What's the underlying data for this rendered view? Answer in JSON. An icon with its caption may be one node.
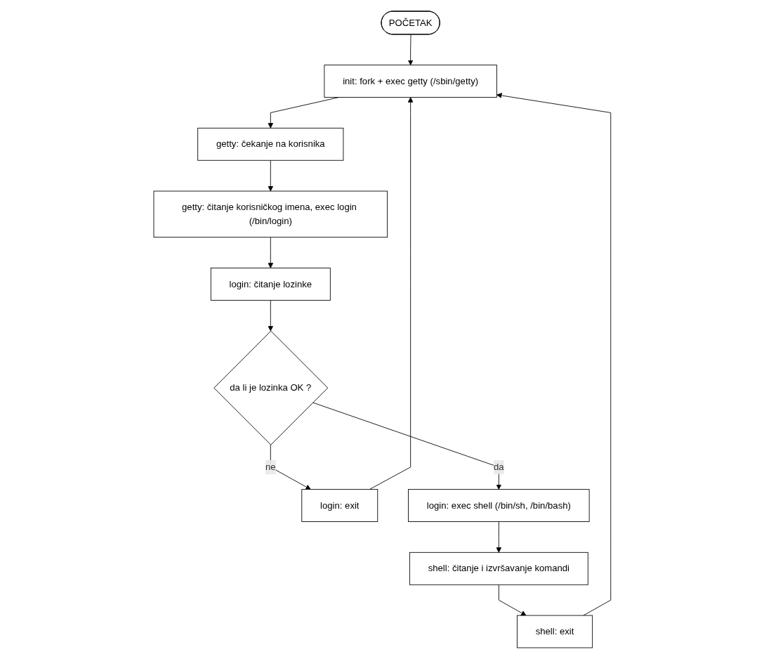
{
  "diagram": {
    "nodes": [
      {
        "text": [
          "POČETAK"
        ]
      },
      {
        "text": [
          "init: fork + exec getty (/sbin/getty)"
        ]
      },
      {
        "text": [
          "getty: čekanje na korisnika"
        ]
      },
      {
        "text": [
          "getty: čitanje korisničkog imena, exec login (/bin/login)"
        ]
      },
      {
        "text": [
          "login: čitanje lozinke"
        ]
      },
      {
        "text": [
          "da li je lozinka OK ?"
        ]
      },
      {
        "text": [
          "login: exit"
        ]
      },
      {
        "text": [
          "login: exec shell (/bin/sh, /bin/bash)"
        ]
      },
      {
        "text": [
          "shell: čitanje i izvršavanje komandi"
        ]
      },
      {
        "text": [
          "shell: exit"
        ]
      }
    ],
    "edges": [
      {
        "from": 0,
        "to": 1,
        "arrow": "to"
      },
      {
        "from": 1,
        "to": 2,
        "arrow": "to"
      },
      {
        "from": 2,
        "to": 3,
        "arrow": "to"
      },
      {
        "from": 3,
        "to": 4,
        "arrow": "to"
      },
      {
        "from": 4,
        "to": 5,
        "arrow": "to"
      },
      {
        "from": 5,
        "to": 6,
        "label": "ne",
        "arrow": "to"
      },
      {
        "from": 6,
        "to": 1,
        "arrow": "to"
      },
      {
        "from": 5,
        "to": 7,
        "label": "da",
        "arrow": "to"
      },
      {
        "from": 7,
        "to": 8,
        "arrow": "to"
      },
      {
        "from": 8,
        "to": 9,
        "arrow": "to"
      },
      {
        "from": 9,
        "to": 1,
        "arrow": "to"
      }
    ]
  }
}
